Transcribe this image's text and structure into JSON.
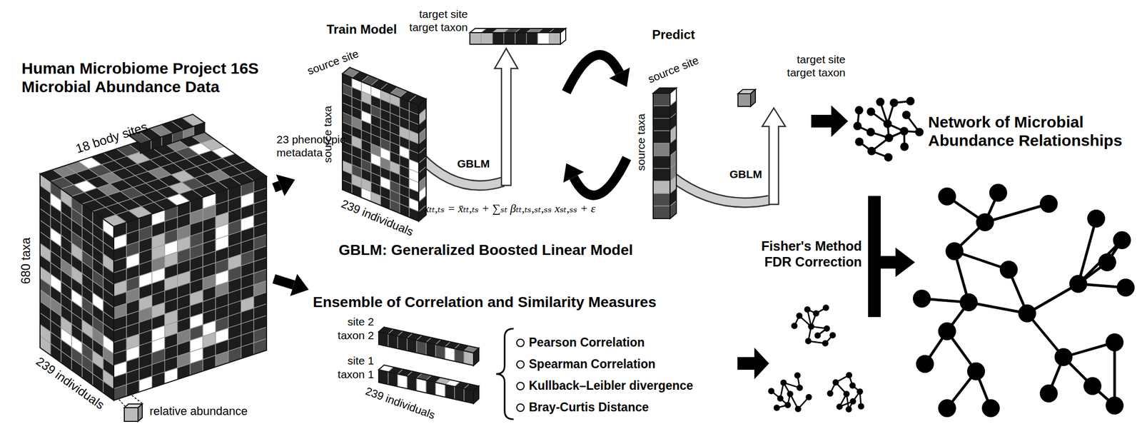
{
  "diagram": {
    "nodes": [
      {
        "text": [
          "Human Microbiome Project 16S Microbial Abundance Data"
        ]
      },
      {
        "text": [
          "Train Model"
        ]
      },
      {
        "text": [
          "Predict"
        ]
      },
      {
        "text": [
          "Ensemble of Correlation and Similarity Measures"
        ]
      },
      {
        "text": [
          "Network of Microbial Abundance Relationships"
        ]
      }
    ],
    "edges": [
      {
        "from": 0,
        "to": 1,
        "arrow": "to"
      },
      {
        "from": 0,
        "to": 3,
        "arrow": "to"
      },
      {
        "from": 1,
        "to": 2,
        "arrow": "to"
      },
      {
        "from": 2,
        "to": 1,
        "arrow": "to"
      }
    ],
    "labels": [
      "18 body sites",
      "23 phenotypic metadata",
      "680 taxa",
      "239 individuals",
      "relative abundance",
      "source site",
      "target site target taxon",
      "source taxa",
      "239 individuals",
      "GBLM",
      "xₜₜ,ₜₛ = x̄ₜₜ,ₜₛ + ∑ₛₜ βₜₜ,ₜₛ,ₛₜ,ₛₛ xₛₜ,ₛₛ + ε",
      "GBLM: Generalized Boosted Linear Model",
      "source site",
      "source taxa",
      "target site target taxon",
      "GBLM",
      "Fisher's Method FDR Correction",
      "site 2",
      "taxon 2",
      "site 1",
      "taxon 1",
      "239 individuals",
      "Pearson Correlation",
      "Spearman Correlation",
      "Kullback–Leibler divergence",
      "Bray-Curtis Distance"
    ]
  }
}
